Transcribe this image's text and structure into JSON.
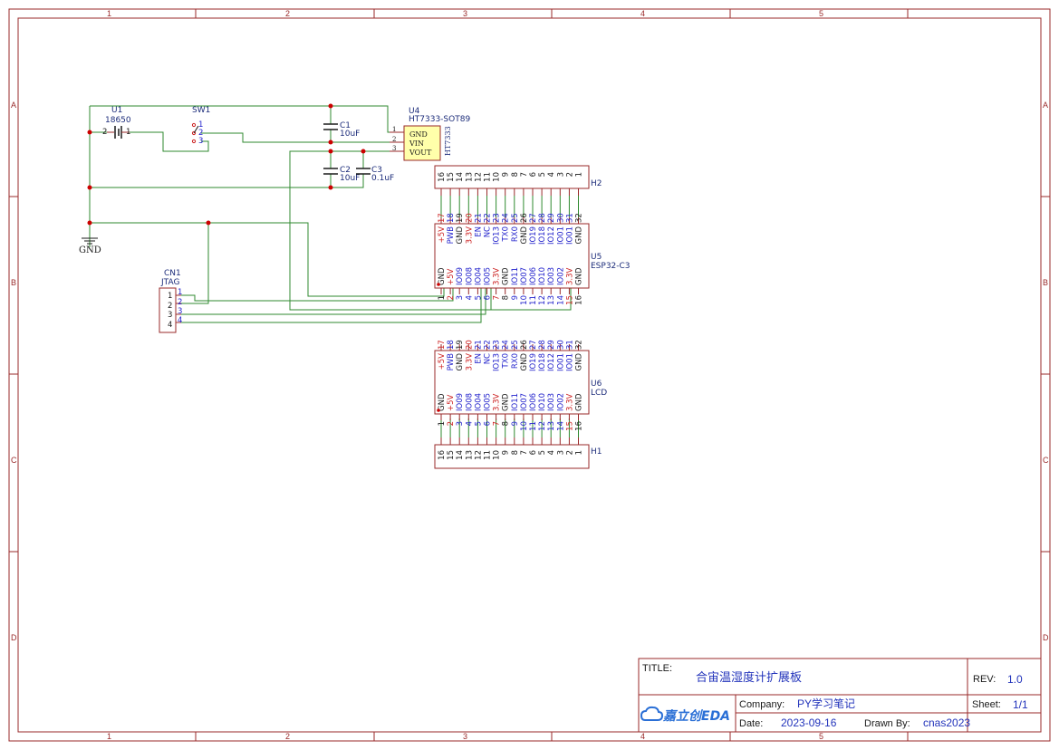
{
  "zones": {
    "cols": [
      "1",
      "2",
      "3",
      "4",
      "5"
    ],
    "rows": [
      "A",
      "B",
      "C",
      "D"
    ]
  },
  "title_block": {
    "title_label": "TITLE:",
    "title": "合宙温湿度计扩展板",
    "rev_label": "REV:",
    "rev": "1.0",
    "company_label": "Company:",
    "company": "PY学习笔记",
    "sheet_label": "Sheet:",
    "sheet": "1/1",
    "date_label": "Date:",
    "date": "2023-09-16",
    "drawn_label": "Drawn By:",
    "drawn": "cnas2023",
    "logo_text": "嘉立创EDA"
  },
  "components": {
    "u1": {
      "ref": "U1",
      "value": "18650",
      "pin_left": "2",
      "pin_right": "1"
    },
    "sw1": {
      "ref": "SW1",
      "pins": [
        "1",
        "2",
        "3"
      ]
    },
    "c1": {
      "ref": "C1",
      "value": "10uF"
    },
    "c2": {
      "ref": "C2",
      "value": "10uF"
    },
    "c3": {
      "ref": "C3",
      "value": "0.1uF"
    },
    "u4": {
      "ref": "U4",
      "value": "HT7333-SOT89",
      "body": "HT7333",
      "pins": [
        "GND",
        "VIN",
        "VOUT"
      ],
      "pin_nums": [
        "1",
        "2",
        "3"
      ]
    },
    "gnd": {
      "label": "GND"
    },
    "cn1": {
      "ref": "CN1",
      "value": "JTAG",
      "pins": [
        "1",
        "2",
        "3",
        "4"
      ]
    },
    "h2": {
      "ref": "H2"
    },
    "h1": {
      "ref": "H1"
    },
    "u5": {
      "ref": "U5",
      "value": "ESP32-C3"
    },
    "u6": {
      "ref": "U6",
      "value": "LCD"
    }
  },
  "header_pins": [
    "16",
    "15",
    "14",
    "13",
    "12",
    "11",
    "10",
    "9",
    "8",
    "7",
    "6",
    "5",
    "4",
    "3",
    "2",
    "1"
  ],
  "module_top": [
    {
      "num": "17",
      "name": "+5V",
      "c": "r"
    },
    {
      "num": "18",
      "name": "PWB",
      "c": "b"
    },
    {
      "num": "19",
      "name": "GND",
      "c": "k"
    },
    {
      "num": "20",
      "name": "3.3V",
      "c": "r"
    },
    {
      "num": "21",
      "name": "EN",
      "c": "b"
    },
    {
      "num": "22",
      "name": "NC",
      "c": "b"
    },
    {
      "num": "23",
      "name": "IO13",
      "c": "b"
    },
    {
      "num": "24",
      "name": "TX0",
      "c": "b"
    },
    {
      "num": "25",
      "name": "RX0",
      "c": "b"
    },
    {
      "num": "26",
      "name": "GND",
      "c": "k"
    },
    {
      "num": "27",
      "name": "IO19",
      "c": "b"
    },
    {
      "num": "28",
      "name": "IO18",
      "c": "b"
    },
    {
      "num": "29",
      "name": "IO12",
      "c": "b"
    },
    {
      "num": "30",
      "name": "IO01",
      "c": "b"
    },
    {
      "num": "31",
      "name": "IO01",
      "c": "b"
    },
    {
      "num": "32",
      "name": "GND",
      "c": "k"
    }
  ],
  "module_bot": [
    {
      "num": "1",
      "name": "GND",
      "c": "k"
    },
    {
      "num": "2",
      "name": "+5V",
      "c": "r"
    },
    {
      "num": "3",
      "name": "IO09",
      "c": "b"
    },
    {
      "num": "4",
      "name": "IO08",
      "c": "b"
    },
    {
      "num": "5",
      "name": "IO04",
      "c": "b"
    },
    {
      "num": "6",
      "name": "IO05",
      "c": "b"
    },
    {
      "num": "7",
      "name": "3.3V",
      "c": "r"
    },
    {
      "num": "8",
      "name": "GND",
      "c": "k"
    },
    {
      "num": "9",
      "name": "IO11",
      "c": "b"
    },
    {
      "num": "10",
      "name": "IO07",
      "c": "b"
    },
    {
      "num": "11",
      "name": "IO06",
      "c": "b"
    },
    {
      "num": "12",
      "name": "IO10",
      "c": "b"
    },
    {
      "num": "13",
      "name": "IO03",
      "c": "b"
    },
    {
      "num": "14",
      "name": "IO02",
      "c": "b"
    },
    {
      "num": "15",
      "name": "3.3V",
      "c": "r"
    },
    {
      "num": "16",
      "name": "GND",
      "c": "k"
    }
  ]
}
